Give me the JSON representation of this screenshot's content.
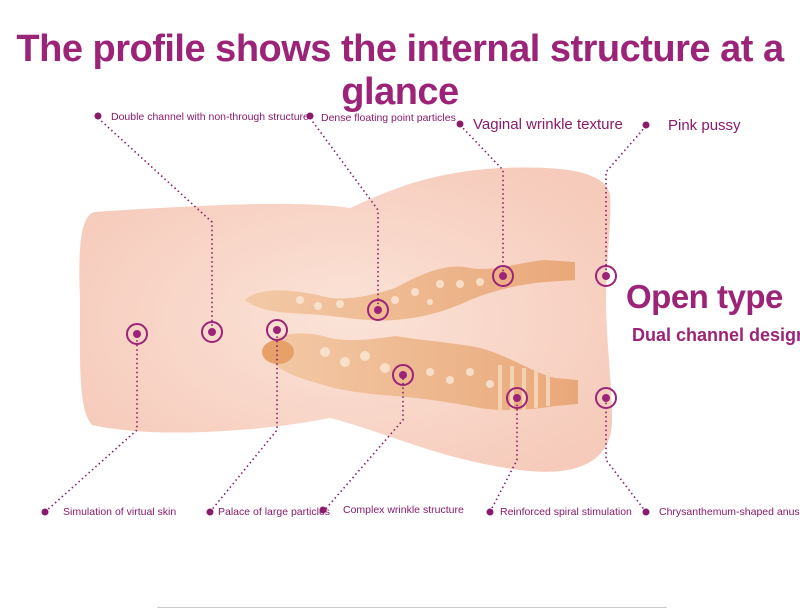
{
  "title": "The profile shows the internal structure at a glance",
  "side": {
    "heading": "Open type",
    "subheading": "Dual channel design"
  },
  "labels": {
    "double_channel": "Double channel with non-through structure",
    "dense_particles": "Dense floating point particles",
    "vaginal_wrinkle": "Vaginal wrinkle texture",
    "pink": "Pink pussy",
    "virtual_skin": "Simulation of virtual skin",
    "large_particles": "Palace of large particles",
    "complex_wrinkle": "Complex wrinkle structure",
    "spiral": "Reinforced spiral stimulation",
    "anus": "Chrysanthemum-shaped anus"
  },
  "colors": {
    "accent": "#9c2478",
    "label": "#8a1a6a",
    "body": "#f7d4c6",
    "channel": "#f0b98e"
  }
}
